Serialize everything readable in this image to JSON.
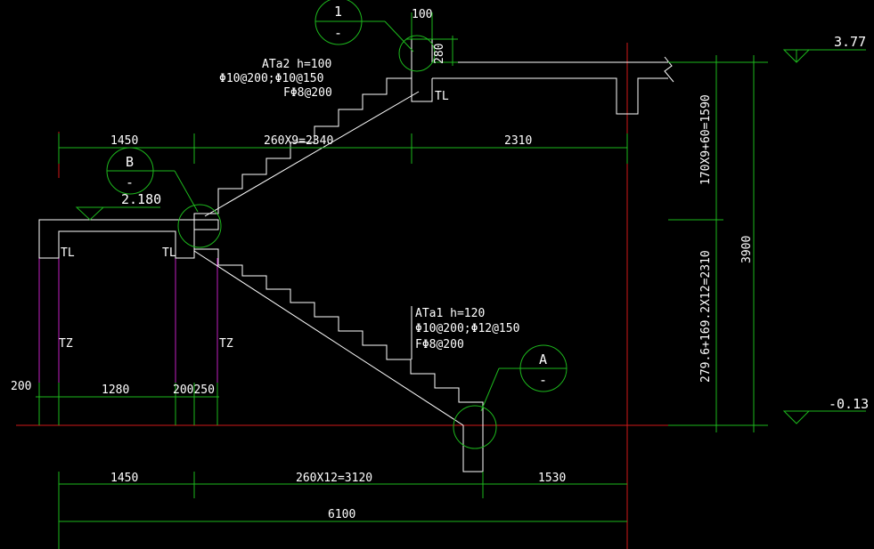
{
  "labels": {
    "dim_top_100": "100",
    "dim_top_280": "280",
    "elev_top": "3.77",
    "elev_mid": "2.180",
    "elev_bot": "-0.13",
    "ata2_title": "ATa2 h=100",
    "ata2_rebar1": "Φ10@200;Φ10@150",
    "ata2_rebar2": "FΦ8@200",
    "ata1_title": "ATa1 h=120",
    "ata1_rebar1": "Φ10@200;Φ12@150",
    "ata1_rebar2": "FΦ8@200",
    "tl": "TL",
    "tz": "TZ",
    "callout_1_top": "1",
    "callout_1_bot": "-",
    "callout_b_top": "B",
    "callout_b_bot": "-",
    "callout_a_top": "A",
    "callout_a_bot": "-",
    "dim_up_1450": "1450",
    "dim_up_steps": "260X9=2340",
    "dim_up_2310": "2310",
    "dim_low_1450": "1450",
    "dim_low_steps": "260X12=3120",
    "dim_low_1530": "1530",
    "dim_total": "6100",
    "dim_200_left": "200",
    "dim_1280": "1280",
    "dim_200_250": "200250",
    "vdim_upper": "170X9+60=1590",
    "vdim_lower": "279.6+169.2X12=2310",
    "vdim_total": "3900"
  }
}
